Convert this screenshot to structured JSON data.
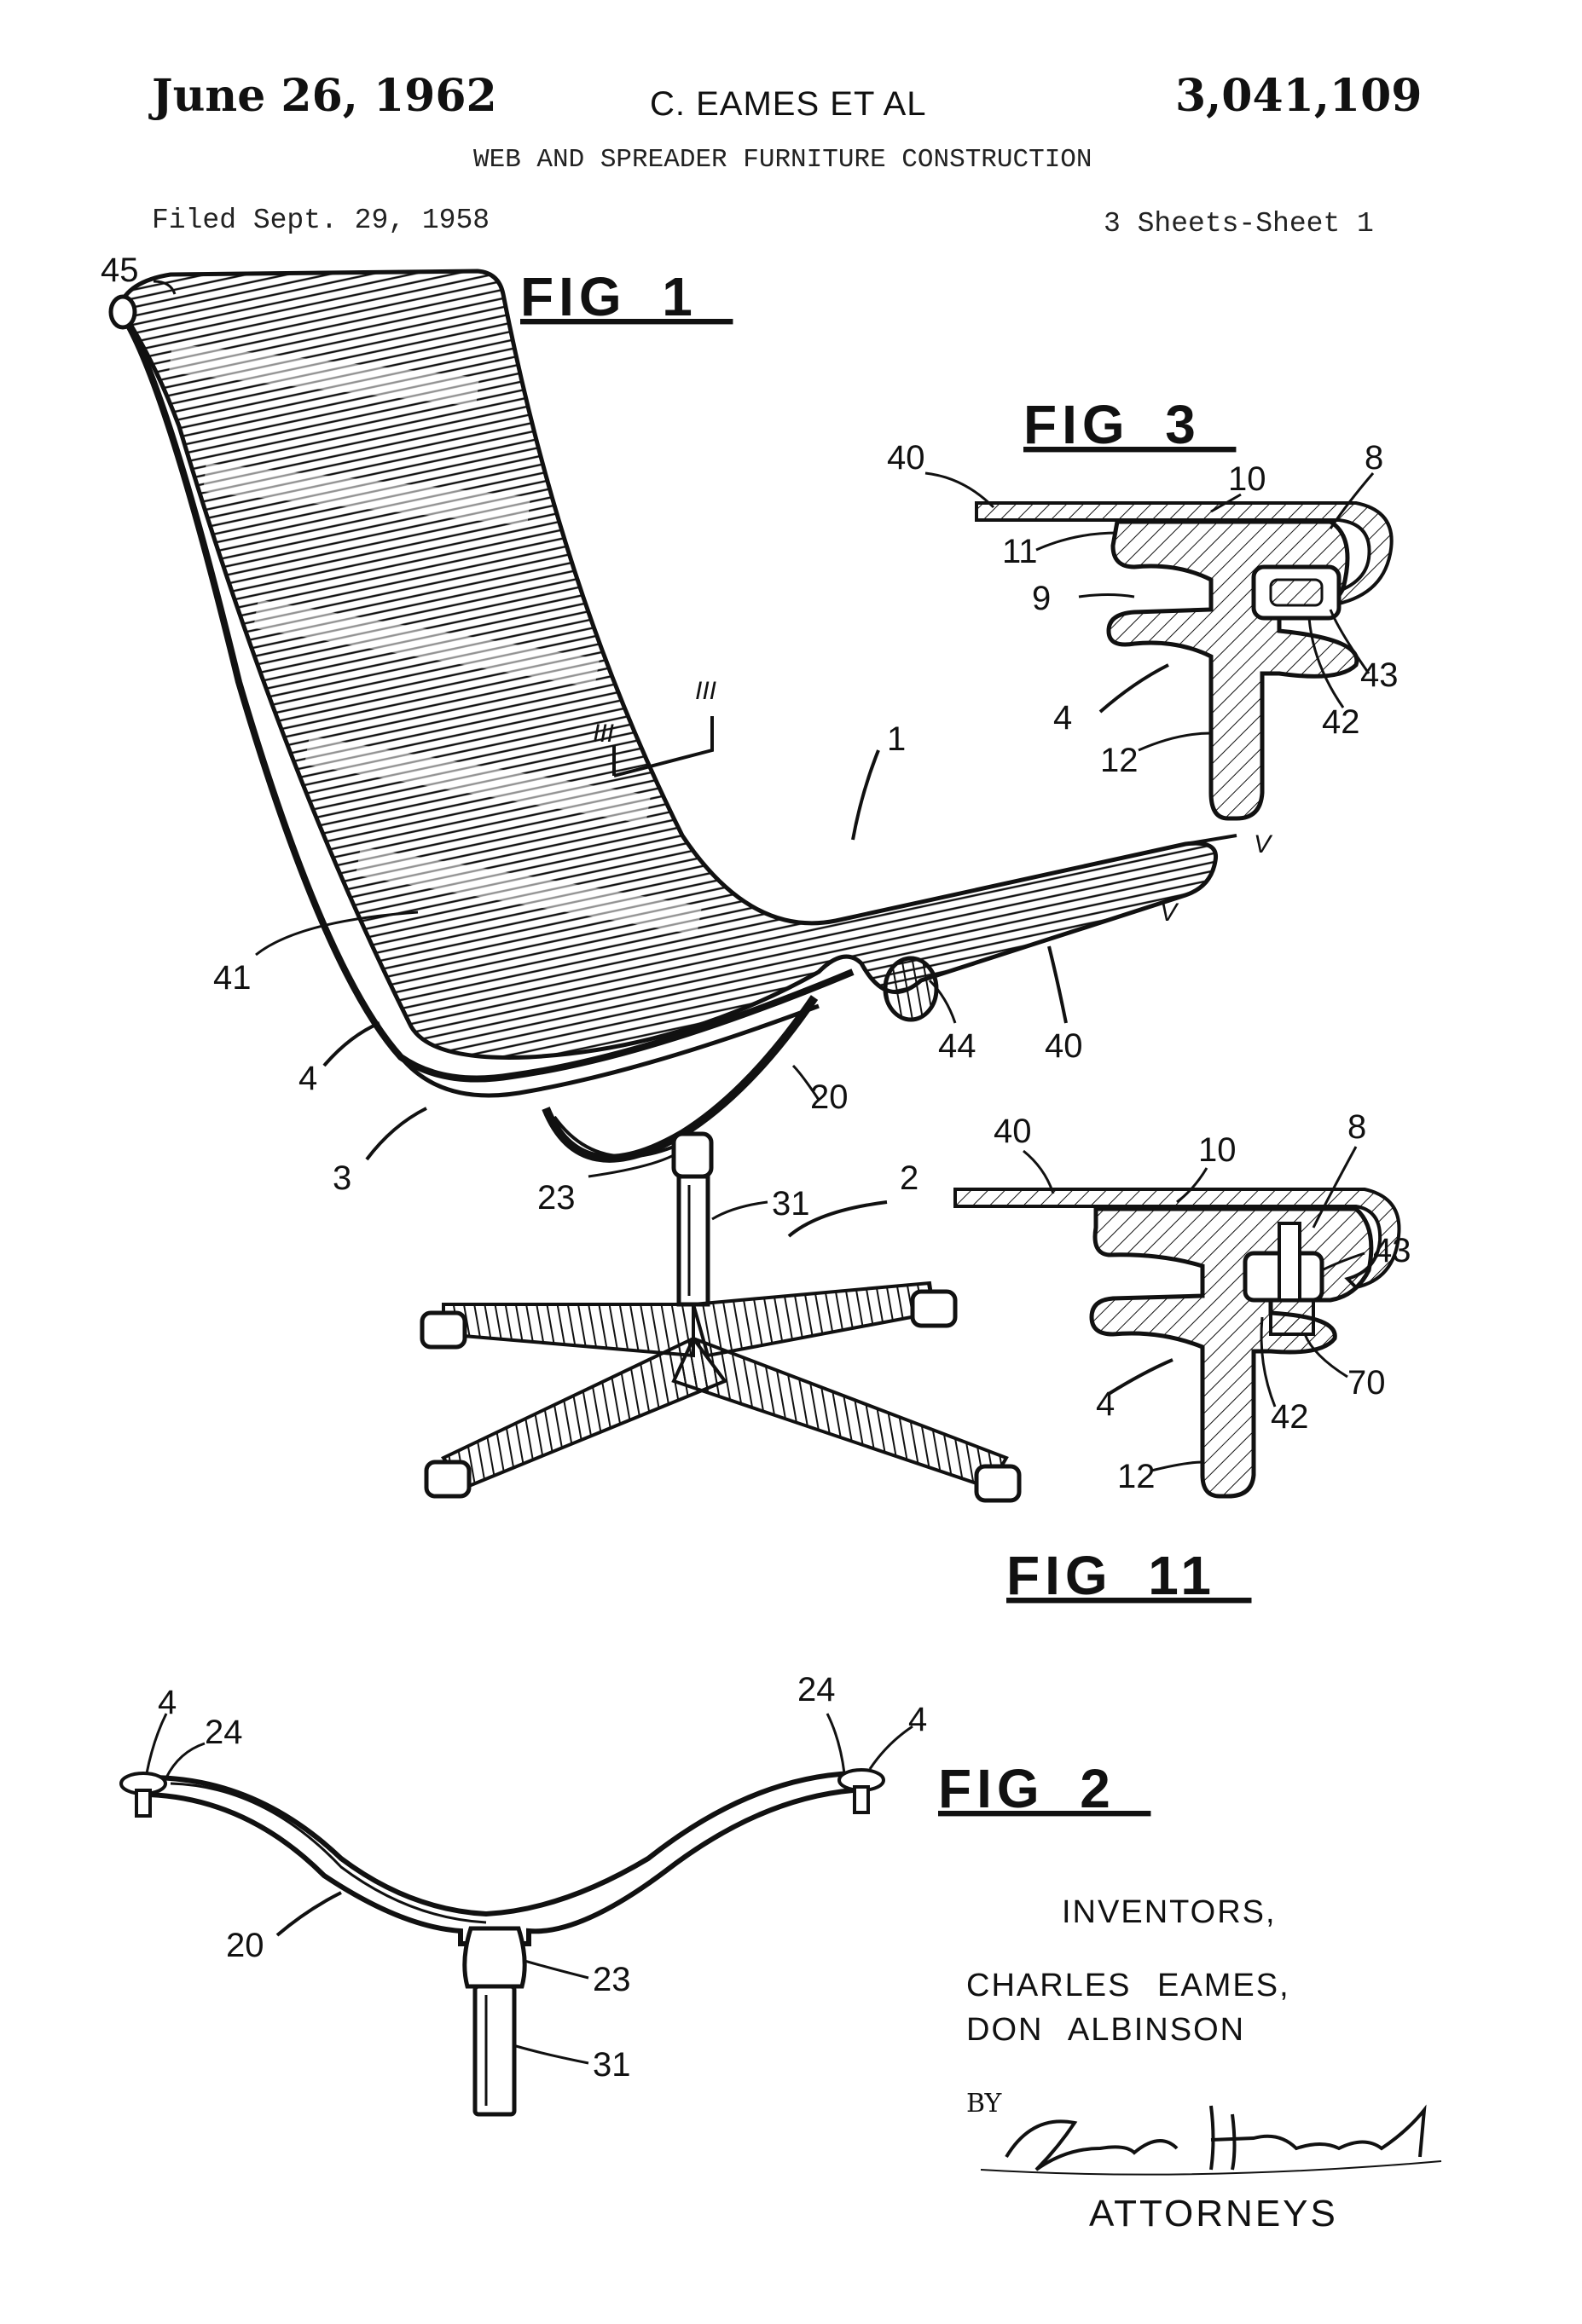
{
  "header": {
    "date": "June 26, 1962",
    "inventor_short": "C. EAMES ET AL",
    "patent_number": "3,041,109",
    "title": "WEB AND SPREADER FURNITURE CONSTRUCTION",
    "filed": "Filed Sept. 29, 1958",
    "sheets": "3 Sheets-Sheet 1"
  },
  "figures": {
    "fig1": "FIG_1_",
    "fig2": "FIG_2_",
    "fig3": "FIG_3_",
    "fig11": "FIG_11_"
  },
  "reference_numerals": {
    "fig1": [
      "45",
      "1",
      "41",
      "4",
      "3",
      "44",
      "40",
      "20",
      "23",
      "31",
      "2",
      "III",
      "III",
      "V",
      "V"
    ],
    "fig2": [
      "4",
      "24",
      "24",
      "4",
      "20",
      "23",
      "31"
    ],
    "fig3": [
      "40",
      "10",
      "8",
      "11",
      "9",
      "43",
      "42",
      "4",
      "12"
    ],
    "fig11": [
      "40",
      "10",
      "8",
      "43",
      "70",
      "42",
      "4",
      "12"
    ]
  },
  "inventors": {
    "heading": "INVENTORS,",
    "name1": "CHARLES EAMES,",
    "name2": "DON ALBINSON"
  },
  "signature": {
    "by": "BY",
    "signature_text": "Price & Heneveld",
    "role": "ATTORNEYS"
  },
  "colors": {
    "ink": "#111111",
    "paper": "#ffffff"
  }
}
